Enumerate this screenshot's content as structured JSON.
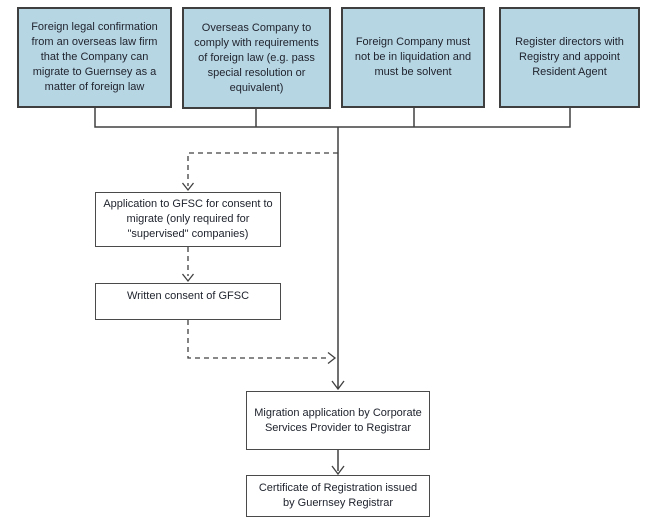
{
  "diagram": {
    "type": "flowchart",
    "colors": {
      "node_fill": "#b7d6e4",
      "node_border": "#3f3f3f",
      "process_fill": "#ffffff",
      "process_border": "#4a4a4a",
      "connector": "#404040",
      "text": "#20242e",
      "background": "#ffffff"
    },
    "top_row": [
      {
        "id": "foreign-legal-confirmation",
        "text": "Foreign legal confirmation from an overseas law firm that the Company can migrate to Guernsey as a matter of foreign law"
      },
      {
        "id": "overseas-company-compliance",
        "text": "Overseas Company to comply with requirements of foreign law (e.g. pass special resolution or equivalent)"
      },
      {
        "id": "foreign-company-solvency",
        "text": "Foreign Company must not be in liquidation and must be solvent"
      },
      {
        "id": "register-directors",
        "text": "Register directors with Registry and appoint Resident Agent"
      }
    ],
    "process_nodes": [
      {
        "id": "gfsc-application",
        "text": "Application to GFSC for consent to migrate (only required for \"supervised\" companies)"
      },
      {
        "id": "gfsc-written-consent",
        "text": "Written consent of GFSC"
      },
      {
        "id": "migration-application",
        "text": "Migration application by Corporate Services Provider to Registrar"
      },
      {
        "id": "certificate-of-registration",
        "text": "Certificate of Registration issued by Guernsey Registrar"
      }
    ],
    "edges": [
      {
        "from": "top-row-all-four-boxes",
        "to": "migration-application",
        "style": "solid"
      },
      {
        "from": "main-flow-line",
        "to": "gfsc-application",
        "style": "dashed"
      },
      {
        "from": "gfsc-application",
        "to": "gfsc-written-consent",
        "style": "dashed"
      },
      {
        "from": "gfsc-written-consent",
        "to": "main-flow-line",
        "style": "dashed"
      },
      {
        "from": "migration-application",
        "to": "certificate-of-registration",
        "style": "solid"
      }
    ]
  }
}
